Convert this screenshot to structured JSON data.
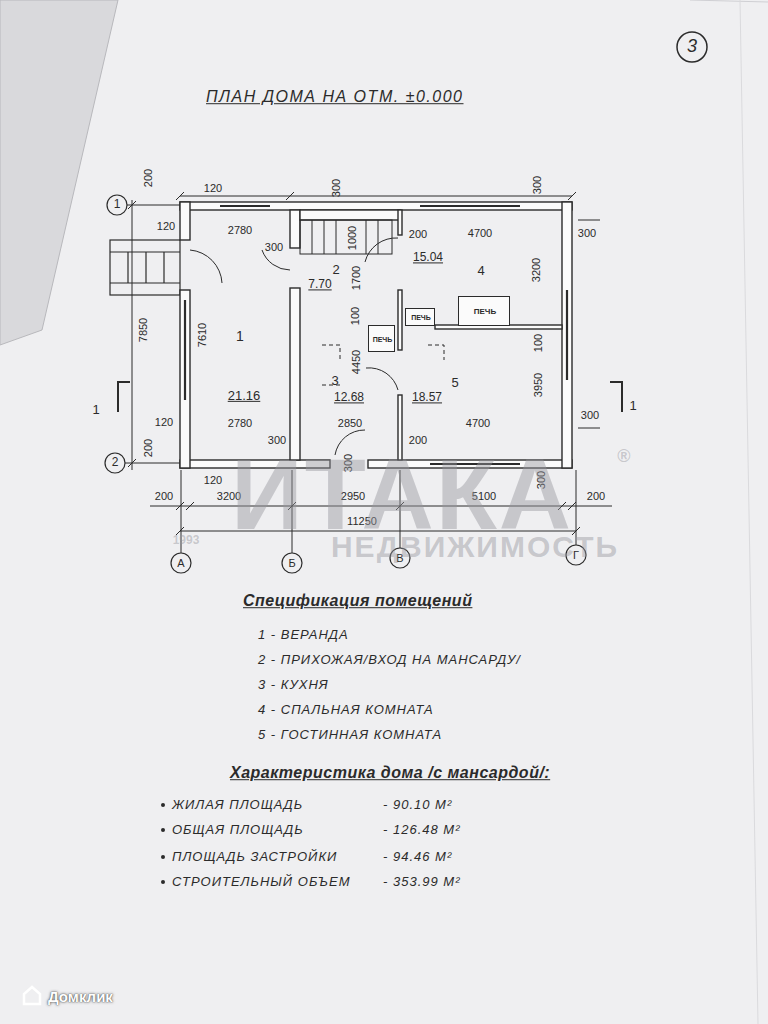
{
  "diagram": {
    "title": "ПЛАН ДОМА НА ОТМ. ±0.000",
    "nodes": [
      {
        "text": [
          "1",
          "21.16"
        ]
      },
      {
        "text": [
          "2",
          "7.70"
        ]
      },
      {
        "text": [
          "4",
          "15.04"
        ]
      },
      {
        "text": [
          "ПЕЧЬ"
        ],
        "in": 2
      },
      {
        "text": [
          "ПЕЧЬ"
        ],
        "in": 2
      },
      {
        "text": [
          "3",
          "12.68"
        ]
      },
      {
        "text": [
          "ПЕЧЬ"
        ],
        "in": 5
      },
      {
        "text": [
          "5",
          "18.57"
        ]
      }
    ],
    "labels": [
      "3",
      "200",
      "120",
      "300",
      "300",
      "120",
      "2780",
      "300",
      "1000",
      "200",
      "4700",
      "300",
      "3200",
      "1700",
      "100",
      "100",
      "7850",
      "7610",
      "4450",
      "3950",
      "120",
      "2780",
      "300",
      "2850",
      "200",
      "4700",
      "300",
      "200",
      "300",
      "300",
      "120",
      "200",
      "3200",
      "2950",
      "5100",
      "200",
      "11250",
      "1",
      "2",
      "А",
      "Б",
      "В",
      "Г",
      "1",
      "1",
      "Спецификация помещений",
      "1 - ВЕРАНДА",
      "2 - ПРИХОЖАЯ/ВХОД НА МАНСАРДУ/",
      "3 - КУХНЯ",
      "4 - СПАЛЬНАЯ КОМНАТА",
      "5 - ГОСТИННАЯ КОМНАТА",
      "Характеристика дома /с мансардой/:",
      "ЖИЛАЯ ПЛОЩАДЬ",
      "- 90.10 М²",
      "ОБЩАЯ ПЛОЩАДЬ",
      "- 126.48 М²",
      "ПЛОЩАДЬ ЗАСТРОЙКИ",
      "- 94.46 М²",
      "СТРОИТЕЛЬНЫЙ ОБЪЕМ",
      "- 353.99 М²",
      "ИТАКА",
      "®",
      "НЕДВИЖИМОСТЬ",
      "1993",
      "Домклик"
    ]
  }
}
